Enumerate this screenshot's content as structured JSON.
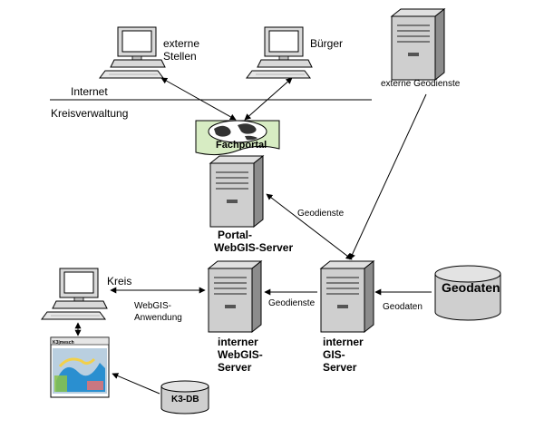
{
  "labels": {
    "externe_stellen": [
      "externe",
      "Stellen"
    ],
    "buerger": "Bürger",
    "externe_geodienste": "externe Geodienste",
    "internet": "Internet",
    "kreisverwaltung": "Kreisverwaltung",
    "fachportal": "Fachportal",
    "geodienste_portal": "Geodienste",
    "portal_server": [
      "Portal-",
      "WebGIS-Server"
    ],
    "kreis": "Kreis",
    "webgis_anwendung": [
      "WebGIS-",
      "Anwendung"
    ],
    "geodienste_internal": "Geodienste",
    "interner_webgis": [
      "interner",
      "WebGIS-",
      "Server"
    ],
    "interner_gis": [
      "interner",
      "GIS-",
      "Server"
    ],
    "geodaten_db": "Geodaten",
    "geodaten_label": "Geodaten",
    "k3_db": "K3-DB",
    "k3_screenshot_title": "K3|mesch"
  },
  "colors": {
    "line": "#000000",
    "server_fill": "#cfcfcf",
    "server_dark": "#8c8c8c",
    "fachportal_fill": "#d7ecc3",
    "db_fill": "#cfcfcf",
    "screen_fill": "#ffffff"
  },
  "icons": [
    "computer-icon",
    "server-icon",
    "database-icon",
    "globe-icon",
    "document-icon",
    "screenshot-thumbnail"
  ]
}
